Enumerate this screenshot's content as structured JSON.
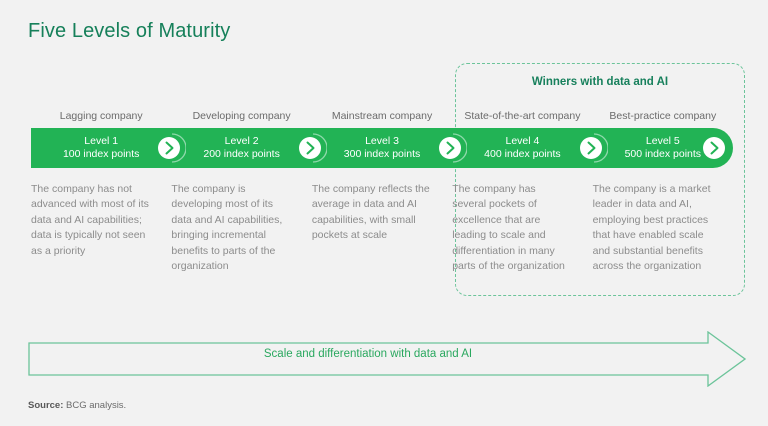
{
  "title": "Five Levels of Maturity",
  "colors": {
    "background": "#f2f2f2",
    "brand_green": "#22b355",
    "title_green": "#16805a",
    "dashed_green": "#6cc49a",
    "label_gray": "#6b6b6b",
    "body_gray": "#8c8c8c"
  },
  "winners_box": {
    "label": "Winners with data and AI"
  },
  "columns": [
    {
      "header": "Lagging company",
      "level": "Level 1",
      "points": "100 index points",
      "description": "The company has not advanced with most of its data and AI capabilities; data is typically not seen as a priority"
    },
    {
      "header": "Developing company",
      "level": "Level 2",
      "points": "200 index points",
      "description": "The company is developing most of its data and AI capabilities, bringing incremental benefits to parts of the organization"
    },
    {
      "header": "Mainstream company",
      "level": "Level 3",
      "points": "300 index points",
      "description": "The company reflects the average in data and AI capabilities, with small pockets at scale"
    },
    {
      "header": "State-of-the-art company",
      "level": "Level 4",
      "points": "400 index points",
      "description": "The company has several pockets of excellence that are leading to scale and differentiation in many parts of the organization"
    },
    {
      "header": "Best-practice company",
      "level": "Level 5",
      "points": "500 index points",
      "description": "The company is a market leader in data and AI, employing best practices that have enabled scale and substantial benefits across the organization"
    }
  ],
  "bottom_arrow": {
    "label": "Scale and differentiation with data and AI"
  },
  "source": {
    "prefix": "Source:",
    "text": " BCG analysis."
  }
}
